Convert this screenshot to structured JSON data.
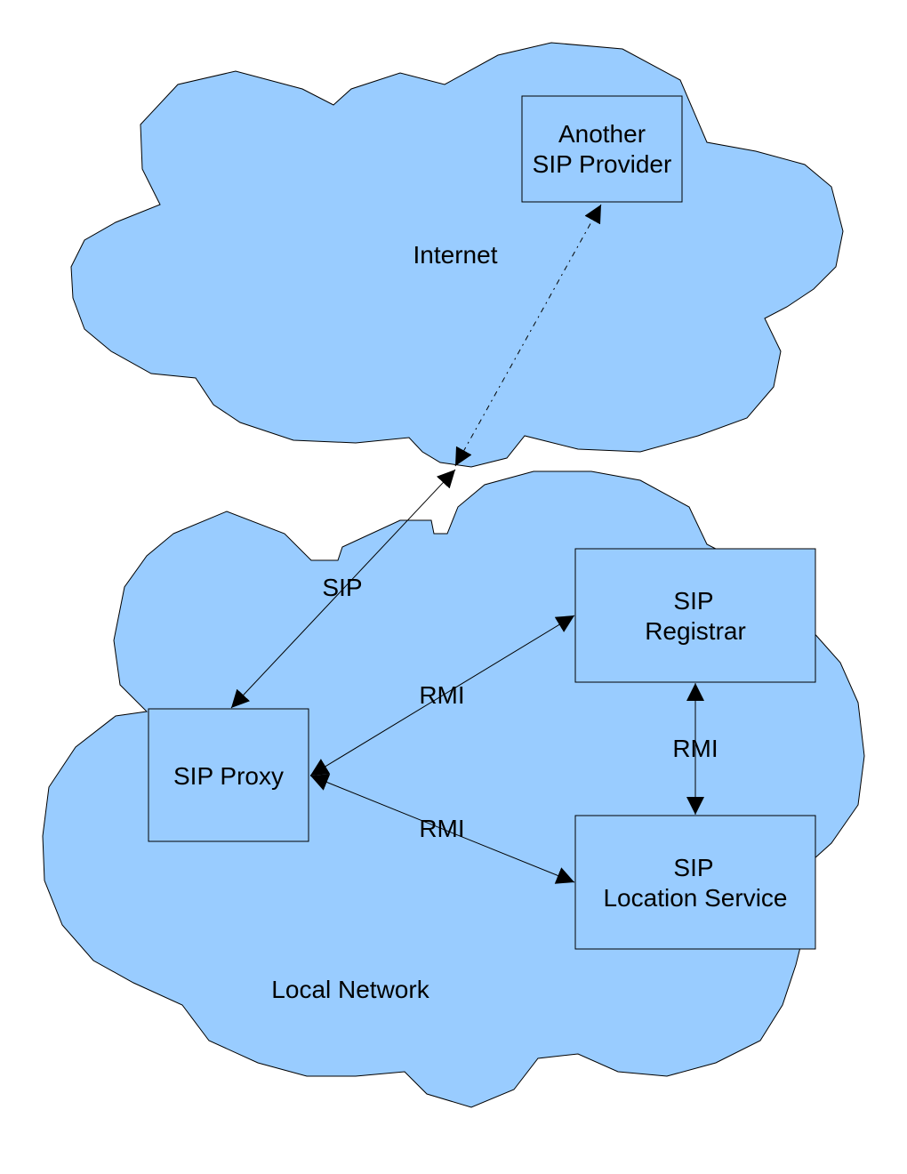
{
  "colors": {
    "cloud_fill": "#99ccff",
    "box_fill": "#99ccff",
    "line": "#000000",
    "background": "#ffffff"
  },
  "clouds": {
    "internet": {
      "label": "Internet"
    },
    "local": {
      "label": "Local Network"
    }
  },
  "nodes": {
    "another_provider": {
      "line1": "Another",
      "line2": "SIP Provider"
    },
    "proxy": {
      "line1": "SIP Proxy"
    },
    "registrar": {
      "line1": "SIP",
      "line2": "Registrar"
    },
    "location": {
      "line1": "SIP",
      "line2": "Location Service"
    }
  },
  "connections": {
    "proxy_internet": {
      "label": "SIP",
      "style": "solid"
    },
    "internet_provider": {
      "label": "",
      "style": "dash-dot"
    },
    "proxy_registrar": {
      "label": "RMI",
      "style": "solid"
    },
    "proxy_location": {
      "label": "RMI",
      "style": "solid"
    },
    "registrar_location": {
      "label": "RMI",
      "style": "solid"
    }
  }
}
